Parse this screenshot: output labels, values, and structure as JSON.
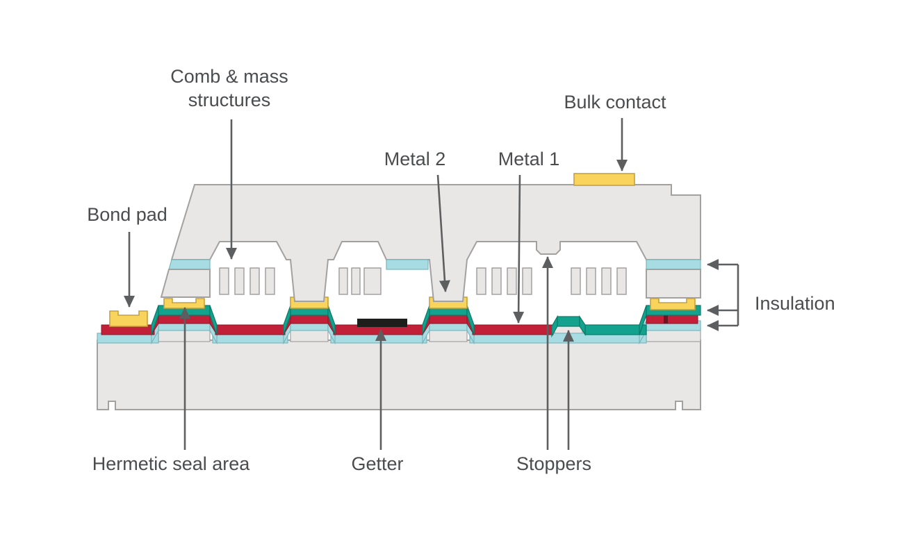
{
  "labels": {
    "comb_mass_line1": "Comb & mass",
    "comb_mass_line2": "structures",
    "bulk_contact": "Bulk contact",
    "metal2": "Metal 2",
    "metal1": "Metal 1",
    "bond_pad": "Bond pad",
    "insulation": "Insulation",
    "hermetic_seal": "Hermetic seal area",
    "getter": "Getter",
    "stoppers": "Stoppers"
  },
  "colors": {
    "background": "#ffffff",
    "wafer-gray": "#e9e7e5",
    "wafer-stroke": "#a3a1a0",
    "insulation-cyan": "#a7dce2",
    "passivation-teal": "#13a28d",
    "metal-red": "#c22038",
    "pad-yellow": "#f8d45c",
    "getter-black": "#1d1d1b",
    "arrow-gray": "#5c5e60",
    "text-gray": "#4a4c4e"
  }
}
